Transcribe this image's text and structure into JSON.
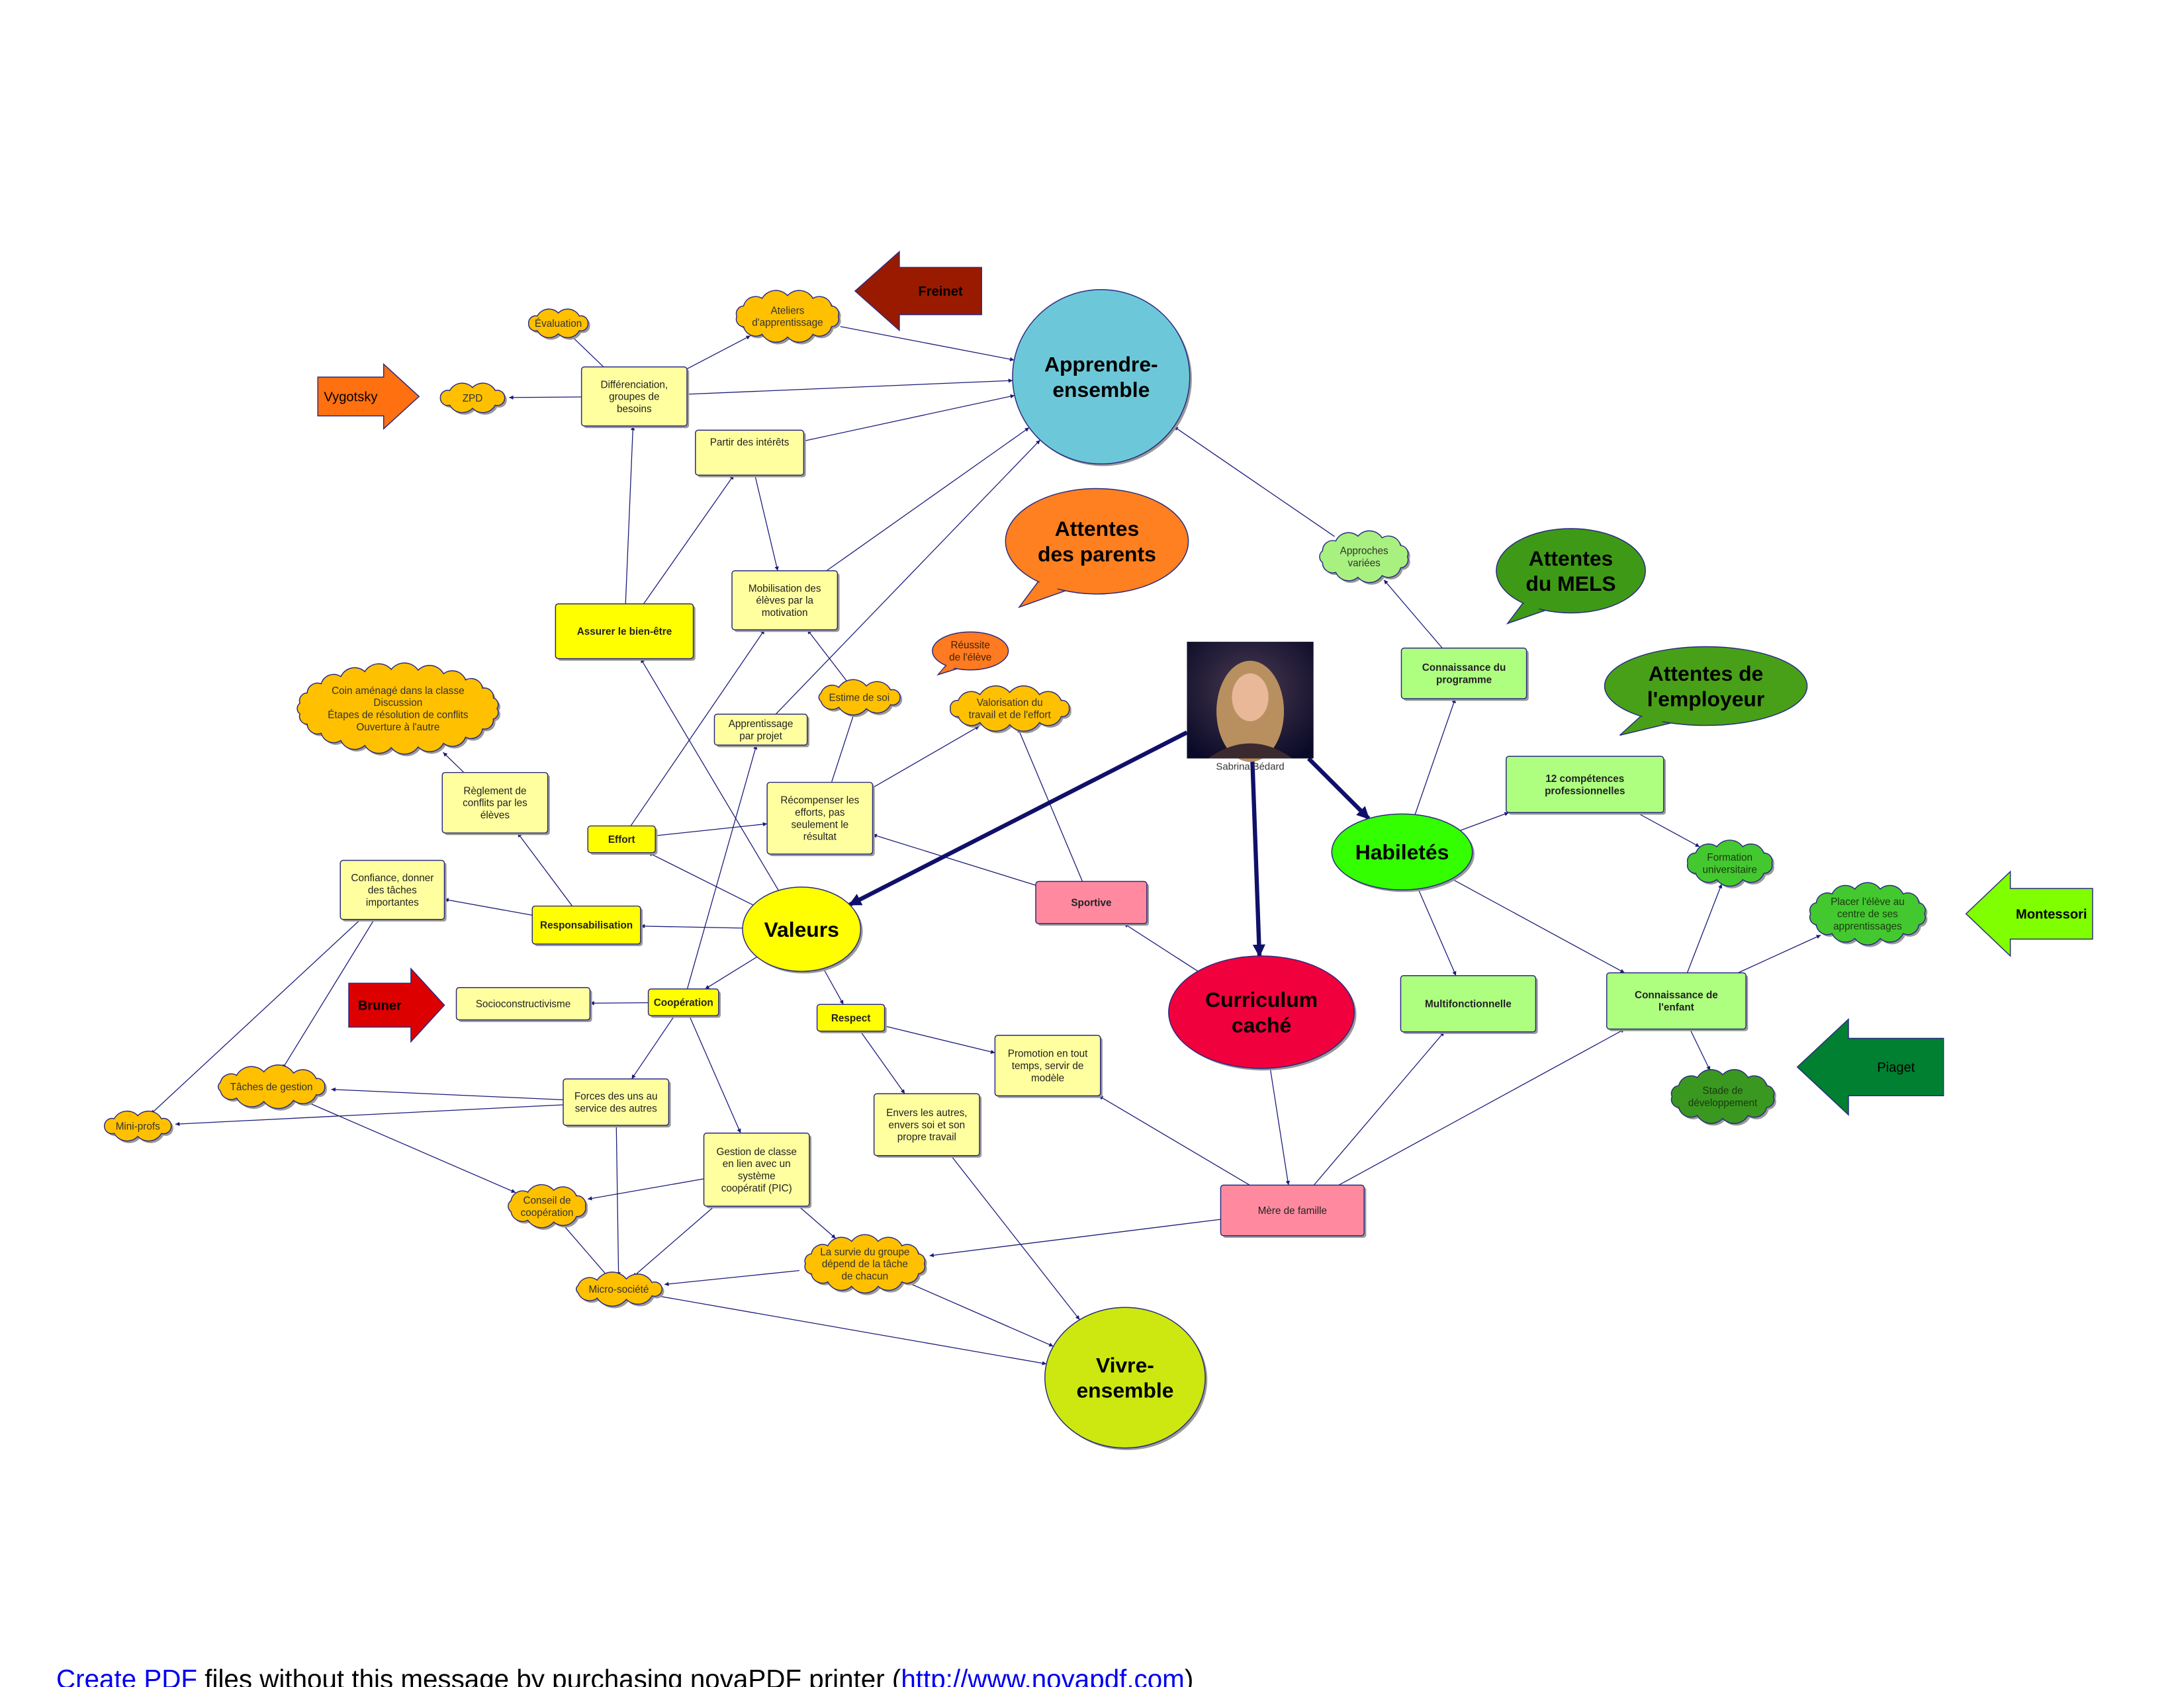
{
  "nodes": {
    "apprendre": {
      "shape": "ellipse",
      "lines": [
        "Apprendre-",
        "ensemble"
      ],
      "fill": "#6CC8D8",
      "bold": true,
      "big": true
    },
    "valeurs": {
      "shape": "ellipse",
      "lines": [
        "Valeurs"
      ],
      "fill": "#FFFF00",
      "bold": true,
      "big": true
    },
    "habiletes": {
      "shape": "ellipse",
      "lines": [
        "Habiletés"
      ],
      "fill": "#33FF00",
      "bold": true,
      "big": true
    },
    "curriculum": {
      "shape": "ellipse",
      "lines": [
        "Curriculum",
        "caché"
      ],
      "fill": "#F0003C",
      "bold": true,
      "big": true
    },
    "vivre": {
      "shape": "ellipse",
      "lines": [
        "Vivre-",
        "ensemble"
      ],
      "fill": "#CCE810",
      "bold": true,
      "big": true
    },
    "diff": {
      "shape": "rect",
      "lines": [
        "Différenciation,",
        "groupes de",
        "besoins"
      ],
      "fill": "#FFFFA0"
    },
    "partir": {
      "shape": "rect",
      "lines": [
        "Partir des intérêts"
      ],
      "fill": "#FFFFA0",
      "top": true
    },
    "mobil": {
      "shape": "rect",
      "lines": [
        "Mobilisation des",
        "élèves par la",
        "motivation"
      ],
      "fill": "#FFFFA0"
    },
    "apprproj": {
      "shape": "rect",
      "lines": [
        "Apprentissage",
        "par projet"
      ],
      "fill": "#FFFFA0"
    },
    "recomp": {
      "shape": "rect",
      "lines": [
        "Récompenser les",
        "efforts, pas",
        "seulement le",
        "résultat"
      ],
      "fill": "#FFFFA0"
    },
    "reglement": {
      "shape": "rect",
      "lines": [
        "Règlement de",
        "conflits par les",
        "élèves"
      ],
      "fill": "#FFFFA0"
    },
    "confiance": {
      "shape": "rect",
      "lines": [
        "Confiance, donner",
        "des tâches",
        "importantes"
      ],
      "fill": "#FFFFA0"
    },
    "socio": {
      "shape": "rect",
      "lines": [
        "Socioconstructivisme"
      ],
      "fill": "#FFFFA0"
    },
    "forces": {
      "shape": "rect",
      "lines": [
        "Forces des uns au",
        "service des autres"
      ],
      "fill": "#FFFFA0"
    },
    "gestion": {
      "shape": "rect",
      "lines": [
        "Gestion de classe",
        "en lien avec un",
        "système",
        "coopératif (PIC)"
      ],
      "fill": "#FFFFA0"
    },
    "envers": {
      "shape": "rect",
      "lines": [
        "Envers les autres,",
        "envers soi et son",
        "propre travail"
      ],
      "fill": "#FFFFA0"
    },
    "promotion": {
      "shape": "rect",
      "lines": [
        "Promotion en tout",
        "temps, servir de",
        "modèle"
      ],
      "fill": "#FFFFA0"
    },
    "bienetre": {
      "shape": "rect",
      "lines": [
        "Assurer le bien-être"
      ],
      "fill": "#FFFF00",
      "bold": true
    },
    "effort": {
      "shape": "rect",
      "lines": [
        "Effort"
      ],
      "fill": "#FFFF00",
      "bold": true
    },
    "respons": {
      "shape": "rect",
      "lines": [
        "Responsabilisation"
      ],
      "fill": "#FFFF00",
      "bold": true
    },
    "coop": {
      "shape": "rect",
      "lines": [
        "Coopération"
      ],
      "fill": "#FFFF00",
      "bold": true
    },
    "respect": {
      "shape": "rect",
      "lines": [
        "Respect"
      ],
      "fill": "#FFFF00",
      "bold": true
    },
    "sportive": {
      "shape": "rect",
      "lines": [
        "Sportive"
      ],
      "fill": "#FF8AA0",
      "bold": true
    },
    "mere": {
      "shape": "rect",
      "lines": [
        "Mère de famille"
      ],
      "fill": "#FF8AA0"
    },
    "connprog": {
      "shape": "rect",
      "lines": [
        "Connaissance du",
        "programme"
      ],
      "fill": "#AEFF80",
      "bold": true
    },
    "comp12": {
      "shape": "rect",
      "lines": [
        "12 compétences",
        "professionnelles"
      ],
      "fill": "#AEFF80",
      "bold": true
    },
    "multi": {
      "shape": "rect",
      "lines": [
        "Multifonctionnelle"
      ],
      "fill": "#AEFF80",
      "bold": true
    },
    "connenf": {
      "shape": "rect",
      "lines": [
        "Connaissance de",
        "l'enfant"
      ],
      "fill": "#AEFF80",
      "bold": true
    },
    "evaluation": {
      "shape": "cloud",
      "lines": [
        "Évaluation"
      ],
      "fill": "#FFC000"
    },
    "ateliers": {
      "shape": "cloud",
      "lines": [
        "Ateliers",
        "d'apprentissage"
      ],
      "fill": "#FFC000"
    },
    "zpd": {
      "shape": "cloud",
      "lines": [
        "ZPD"
      ],
      "fill": "#FFC000"
    },
    "coin": {
      "shape": "cloud",
      "lines": [
        "Coin aménagé dans la classe",
        "Discussion",
        "Étapes de résolution de conflits",
        "Ouverture à l'autre"
      ],
      "fill": "#FFC000"
    },
    "estime": {
      "shape": "cloud",
      "lines": [
        "Estime de soi"
      ],
      "fill": "#FFC000"
    },
    "valorisation": {
      "shape": "cloud",
      "lines": [
        "Valorisation du",
        "travail et de l'effort"
      ],
      "fill": "#FFC000"
    },
    "taches": {
      "shape": "cloud",
      "lines": [
        "Tâches de gestion"
      ],
      "fill": "#FFC000"
    },
    "miniprofs": {
      "shape": "cloud",
      "lines": [
        "Mini-profs"
      ],
      "fill": "#FFC000"
    },
    "conseil": {
      "shape": "cloud",
      "lines": [
        "Conseil de",
        "coopération"
      ],
      "fill": "#FFC000"
    },
    "micro": {
      "shape": "cloud",
      "lines": [
        "Micro-société"
      ],
      "fill": "#FFC000"
    },
    "survie": {
      "shape": "cloud",
      "lines": [
        "La survie du groupe",
        "dépend de la tâche",
        "de chacun"
      ],
      "fill": "#FFC000"
    },
    "approches": {
      "shape": "cloud",
      "lines": [
        "Approches",
        "variées"
      ],
      "fill": "#A8F080"
    },
    "formation": {
      "shape": "cloud",
      "lines": [
        "Formation",
        "universitaire"
      ],
      "fill": "#44C830"
    },
    "placer": {
      "shape": "cloud",
      "lines": [
        "Placer l'élève au",
        "centre de ses",
        "apprentissages"
      ],
      "fill": "#44C830"
    },
    "stade": {
      "shape": "cloud",
      "lines": [
        "Stade de",
        "développement"
      ],
      "fill": "#3A9820"
    },
    "parents": {
      "shape": "bubble",
      "lines": [
        "Attentes",
        "des parents"
      ],
      "fill": "#FF8020",
      "bold": true,
      "big": true
    },
    "reussite": {
      "shape": "bubble",
      "lines": [
        "Réussite",
        "de l'élève"
      ],
      "fill": "#FF7A20"
    },
    "mels": {
      "shape": "bubble",
      "lines": [
        "Attentes",
        "du MELS"
      ],
      "fill": "#3E9A16",
      "bold": true,
      "big": true
    },
    "employeur": {
      "shape": "bubble",
      "lines": [
        "Attentes de",
        "l'employeur"
      ],
      "fill": "#48A018",
      "bold": true,
      "big": true
    },
    "freinet": {
      "shape": "arrow-left",
      "lines": [
        "Freinet"
      ],
      "fill": "#9A1A00",
      "bold": true
    },
    "vygotsky": {
      "shape": "arrow-right",
      "lines": [
        "Vygotsky"
      ],
      "fill": "#FF7010"
    },
    "bruner": {
      "shape": "arrow-right",
      "lines": [
        "Bruner"
      ],
      "fill": "#DD0000",
      "bold": true
    },
    "montessori": {
      "shape": "arrow-left",
      "lines": [
        "Montessori"
      ],
      "fill": "#80FF00",
      "bold": true
    },
    "piaget": {
      "shape": "arrow-left",
      "lines": [
        "Piaget"
      ],
      "fill": "#008030"
    },
    "photo": {
      "shape": "photo",
      "lines": [
        "Sabrina Bédard"
      ]
    }
  },
  "edges": [
    [
      "ateliers",
      "apprendre"
    ],
    [
      "diff",
      "apprendre"
    ],
    [
      "partir",
      "apprendre"
    ],
    [
      "mobil",
      "apprendre"
    ],
    [
      "apprproj",
      "apprendre"
    ],
    [
      "approches",
      "apprendre"
    ],
    [
      "diff",
      "evaluation"
    ],
    [
      "diff",
      "ateliers"
    ],
    [
      "diff",
      "zpd"
    ],
    [
      "bienetre",
      "diff"
    ],
    [
      "bienetre",
      "partir"
    ],
    [
      "partir",
      "mobil"
    ],
    [
      "effort",
      "mobil"
    ],
    [
      "estime",
      "mobil"
    ],
    [
      "valeurs",
      "bienetre"
    ],
    [
      "recomp",
      "estime"
    ],
    [
      "recomp",
      "valorisation"
    ],
    [
      "effort",
      "recomp"
    ],
    [
      "valeurs",
      "effort"
    ],
    [
      "sportive",
      "recomp"
    ],
    [
      "sportive",
      "valorisation"
    ],
    [
      "coop",
      "apprproj"
    ],
    [
      "respons",
      "reglement"
    ],
    [
      "reglement",
      "coin"
    ],
    [
      "respons",
      "confiance"
    ],
    [
      "valeurs",
      "respons"
    ],
    [
      "valeurs",
      "coop"
    ],
    [
      "valeurs",
      "respect"
    ],
    [
      "coop",
      "socio"
    ],
    [
      "coop",
      "forces"
    ],
    [
      "coop",
      "gestion"
    ],
    [
      "confiance",
      "taches"
    ],
    [
      "confiance",
      "miniprofs"
    ],
    [
      "forces",
      "taches"
    ],
    [
      "forces",
      "miniprofs"
    ],
    [
      "forces",
      "micro"
    ],
    [
      "taches",
      "conseil"
    ],
    [
      "gestion",
      "conseil"
    ],
    [
      "gestion",
      "micro"
    ],
    [
      "gestion",
      "survie"
    ],
    [
      "conseil",
      "micro"
    ],
    [
      "survie",
      "micro"
    ],
    [
      "survie",
      "vivre"
    ],
    [
      "micro",
      "vivre"
    ],
    [
      "respect",
      "promotion"
    ],
    [
      "respect",
      "envers"
    ],
    [
      "envers",
      "vivre"
    ],
    [
      "mere",
      "promotion"
    ],
    [
      "mere",
      "survie"
    ],
    [
      "mere",
      "multi"
    ],
    [
      "mere",
      "connenf"
    ],
    [
      "curriculum",
      "mere"
    ],
    [
      "curriculum",
      "sportive"
    ],
    [
      "photo",
      "valeurs",
      true
    ],
    [
      "photo",
      "curriculum",
      true
    ],
    [
      "photo",
      "habiletes",
      true
    ],
    [
      "habiletes",
      "connprog"
    ],
    [
      "connprog",
      "approches"
    ],
    [
      "habiletes",
      "comp12"
    ],
    [
      "comp12",
      "formation"
    ],
    [
      "habiletes",
      "multi"
    ],
    [
      "habiletes",
      "connenf"
    ],
    [
      "connenf",
      "formation"
    ],
    [
      "connenf",
      "placer"
    ],
    [
      "connenf",
      "stade"
    ]
  ],
  "footer": {
    "link": "Create PDF",
    "text": " files without this message by purchasing novaPDF printer (",
    "url": "http://www.novapdf.com",
    "close": ")"
  },
  "colors": {
    "edge": "#1A1A7A",
    "thick_edge": "#10106A",
    "link": "#0000EE"
  }
}
